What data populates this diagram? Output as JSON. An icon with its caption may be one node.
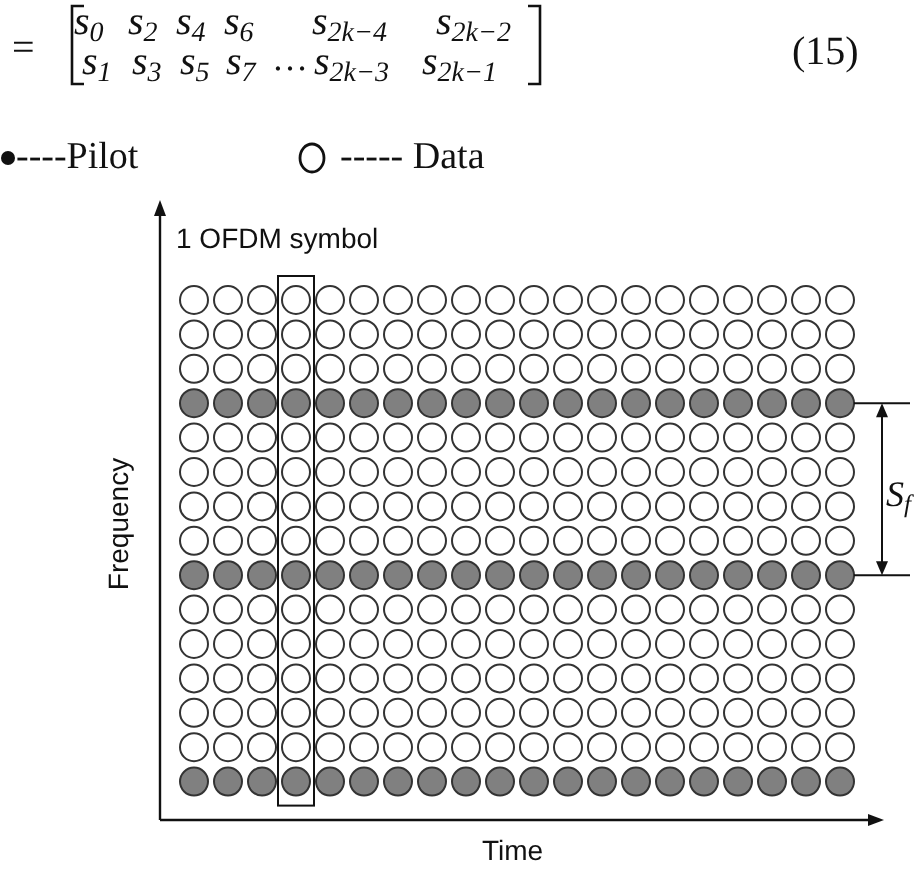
{
  "diagram": {
    "labels": [
      "=",
      "s$_{0}$",
      "s$_{2}$",
      "s$_{4}$",
      "s$_{6}$",
      "s$_{2k−4}$",
      "s$_{2k−2}$",
      "s$_{1}$",
      "s$_{3}$",
      "s$_{5}$",
      "s$_{7}$",
      "…",
      "s$_{2k−3}$",
      "s$_{2k−1}$",
      "(15)",
      "1 OFDM symbol",
      "Frequency",
      "Time",
      "S$_{f}$"
    ],
    "legend": [
      {
        "text": "----Pilot"
      },
      {
        "text": "----- Data"
      }
    ]
  }
}
